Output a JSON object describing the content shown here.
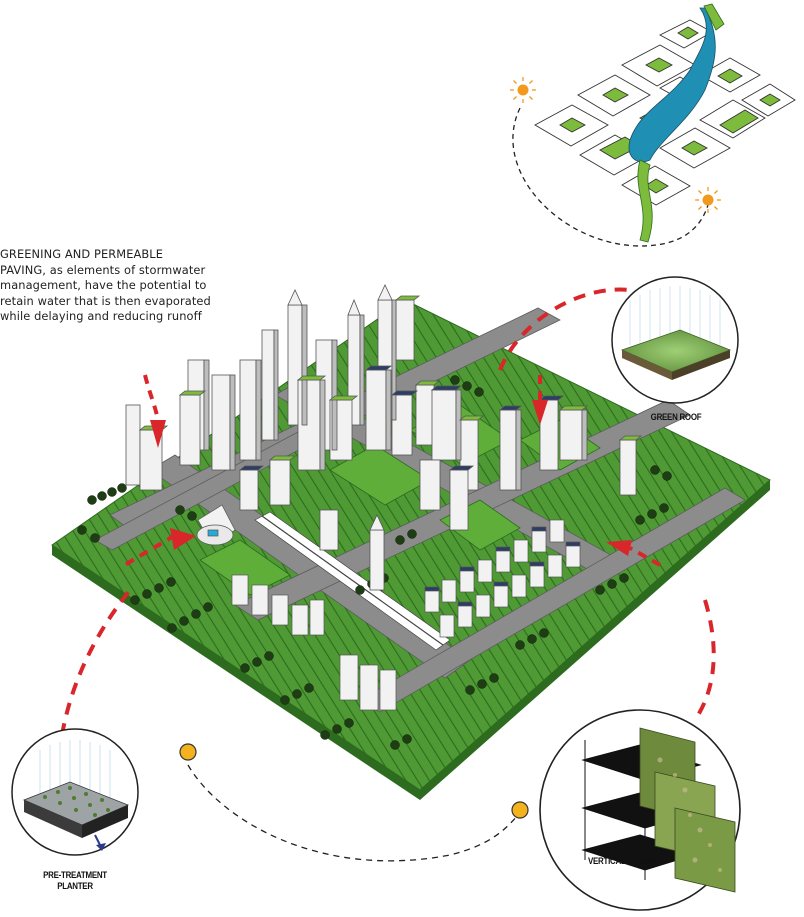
{
  "intro_text": {
    "line1": "GREENING AND PERMEABLE",
    "line2": "PAVING, as elements of stormwater",
    "line3": "management, have the potential to",
    "line4": "retain water that is then evaporated",
    "line5": "while delaying and reducing runoff"
  },
  "callouts": {
    "green_roof": "GREEN ROOF",
    "vertical_farming": "VERTICAL FARMING",
    "pre_treatment_line1": "PRE-TREATMENT",
    "pre_treatment_line2": "PLANTER"
  },
  "icons": [
    "sun-icon",
    "sun-icon"
  ],
  "colors": {
    "grass": "#4f9a34",
    "grass_dark": "#2d6b1e",
    "road": "#8c8c8c",
    "road_dark": "#6e6e6e",
    "building": "#f2f2f2",
    "roof_green": "#7dbb3c",
    "roof_blue": "#2c3e66",
    "arrow_red": "#d9262b",
    "water": "#1f8fb3",
    "sun": "#f39a1e",
    "node_yellow": "#f4b31d"
  }
}
